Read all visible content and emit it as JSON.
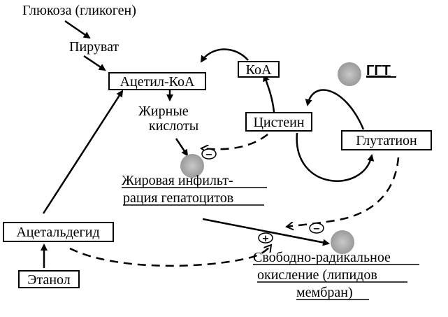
{
  "nodes": {
    "glucose": "Глюкоза (гликоген)",
    "pyruvate": "Пируват",
    "acetyl_coa": "Ацетил-КоА",
    "fatty_acids_line1": "Жирные",
    "fatty_acids_line2": "кислоты",
    "coa": "КоА",
    "ggt": "ГГТ",
    "cysteine": "Цистеин",
    "glutathione": "Глутатион",
    "fatty_infiltration_line1": "Жировая инфильт-",
    "fatty_infiltration_line2": "рация гепатоцитов",
    "acetaldehyde": "Ацетальдегид",
    "ethanol": "Этанол",
    "free_radical_line1": "Свободно-радикальное",
    "free_radical_line2": "окисление (липидов",
    "free_radical_line3": "мембран)"
  },
  "signs": {
    "minus": "−",
    "plus": "+"
  },
  "colors": {
    "circle_fill": "#a9a9a9",
    "line": "#000000"
  }
}
